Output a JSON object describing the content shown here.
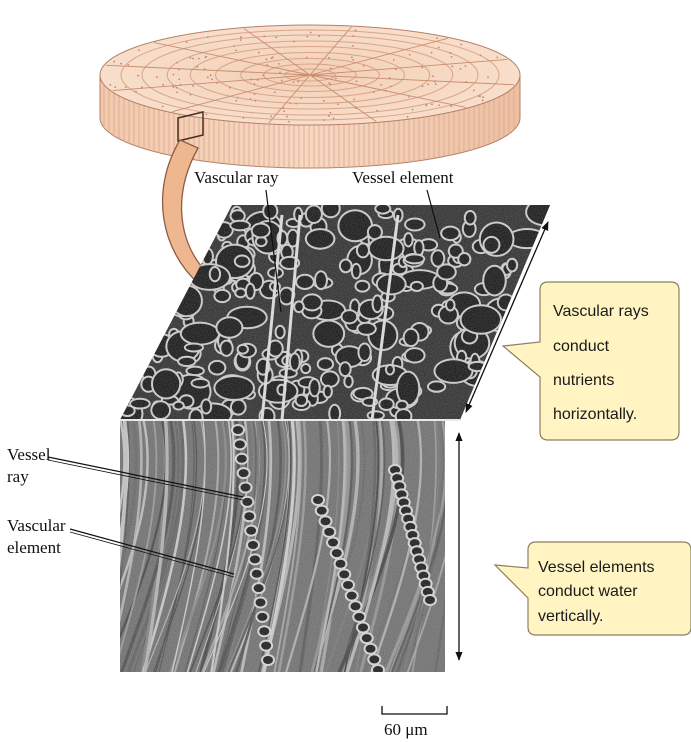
{
  "labels": {
    "vascular_ray_top": "Vascular ray",
    "vessel_element_top": "Vessel element",
    "vessel_left_1": "Vessel",
    "vessel_left_2": "ray",
    "vascular_left_1": "Vascular",
    "vascular_left_2": "element"
  },
  "callouts": {
    "rays": [
      "Vascular rays",
      "conduct",
      "nutrients",
      "horizontally."
    ],
    "vessels": [
      "Vessel elements",
      "conduct water",
      "vertically."
    ]
  },
  "scale_bar": {
    "label": "60 μm"
  },
  "colors": {
    "wood_light": "#f6d9c4",
    "wood_mid": "#eab999",
    "wood_dark": "#c98d6f",
    "arrow_fill": "#efb78f",
    "callout_fill": "#fff4c2",
    "callout_stroke": "#8a8060",
    "sem_dark": "#1c1c1c",
    "sem_light": "#d4d4d4"
  }
}
